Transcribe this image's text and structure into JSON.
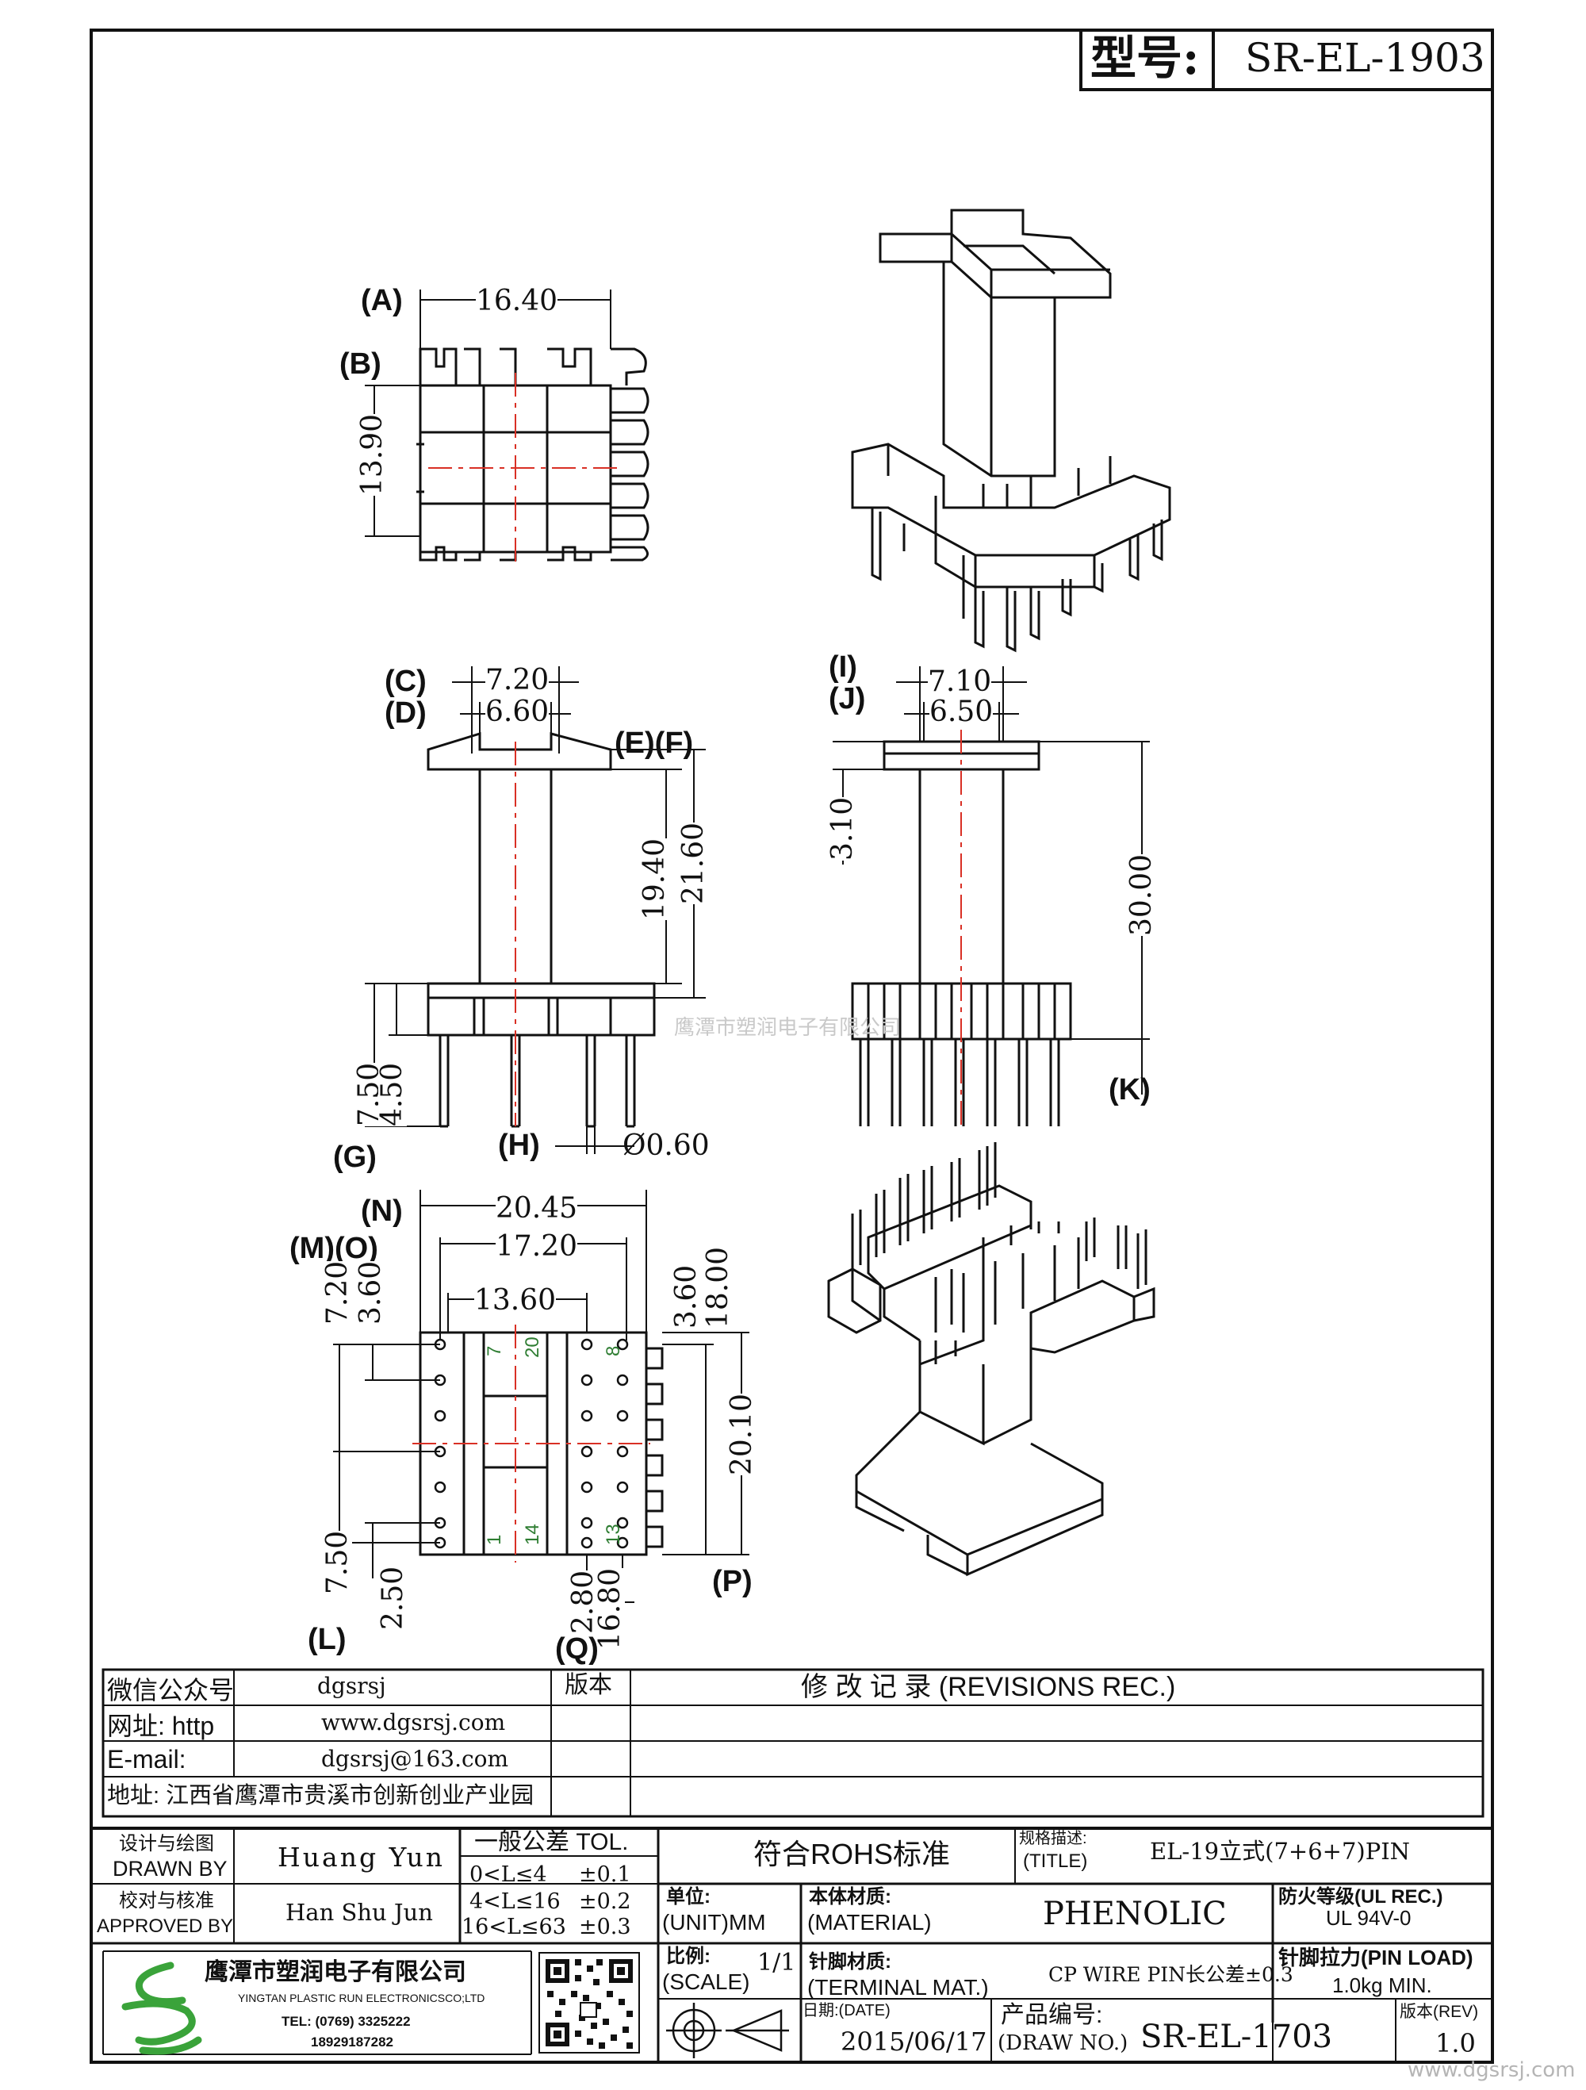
{
  "header": {
    "model_label": "型号:",
    "model_value": "SR-EL-1903"
  },
  "dimensions": {
    "top_view": {
      "A": "A",
      "A_value": "16.40",
      "B": "B",
      "B_value": "13.90"
    },
    "front_view": {
      "C": "C",
      "C_value": "7.20",
      "D": "D",
      "D_value": "6.60",
      "E": "E",
      "F": "F",
      "v19": "19.40",
      "v21": "21.60",
      "G": "G",
      "v750": "7.50",
      "v450": "4.50",
      "H": "H",
      "pin_dia": "Ø0.60"
    },
    "side_view": {
      "I": "I",
      "I_value": "7.10",
      "J": "J",
      "J_value": "6.50",
      "v310": "3.10",
      "v30": "30.00",
      "K": "K"
    },
    "bottom_view": {
      "N": "N",
      "N_value": "20.45",
      "M": "M",
      "O": "O",
      "O_value": "17.20",
      "v1360": "13.60",
      "v720": "7.20",
      "v360a": "3.60",
      "v360b": "3.60",
      "v18": "18.00",
      "v2010": "20.10",
      "v750": "7.50",
      "v250": "2.50",
      "L": "L",
      "v280": "2.80",
      "v1680": "16.80",
      "Q": "Q",
      "P": "P",
      "pin_labels": {
        "p7": "7",
        "p20": "20",
        "p8": "8",
        "p1": "1",
        "p14": "14",
        "p13": "13"
      }
    }
  },
  "watermark": {
    "center": "鹰潭市塑润电子有限公司",
    "corner": "www.dgsrsj.com"
  },
  "info_table": {
    "wechat_label": "微信公众号",
    "wechat_value": "dgsrsj",
    "website_label": "网址: http",
    "website_value": "www.dgsrsj.com",
    "email_label": "E-mail:",
    "email_value": "dgsrsj@163.com",
    "address": "地址: 江西省鹰潭市贵溪市创新创业产业园",
    "version_label": "版本",
    "revisions_label": "修 改 记 录 (REVISIONS REC.)"
  },
  "title_block": {
    "drawn_cn": "设计与绘图",
    "drawn_en": "DRAWN BY",
    "drawn_name": "Huang Yun",
    "approved_cn": "校对与核准",
    "approved_en": "APPROVED BY",
    "approved_name": "Han Shu Jun",
    "tol_header": "一般公差 TOL.",
    "tol_rows": [
      {
        "range": "0<L≤4",
        "value": "±0.1"
      },
      {
        "range": "4<L≤16",
        "value": "±0.2"
      },
      {
        "range": "16<L≤63",
        "value": "±0.3"
      }
    ],
    "rohs": "符合ROHS标准",
    "spec_cn": "规格描述:",
    "spec_en": "(TITLE)",
    "spec_value": "EL-19立式(7+6+7)PIN",
    "unit_cn": "单位:",
    "unit_en": "(UNIT)MM",
    "material_cn": "本体材质:",
    "material_en": "(MATERIAL)",
    "material_value": "PHENOLIC",
    "fire_cn": "防火等级(UL REC.)",
    "fire_value": "UL 94V-0",
    "scale_cn": "比例:",
    "scale_en": "(SCALE)",
    "scale_value": "1/1",
    "terminal_cn": "针脚材质:",
    "terminal_en": "(TERMINAL MAT.)",
    "terminal_value": "CP WIRE PIN长公差±0.3",
    "pinload_cn": "针脚拉力(PIN LOAD)",
    "pinload_value": "1.0kg MIN.",
    "date_cn": "日期:(DATE)",
    "date_value": "2015/06/17",
    "drawno_cn": "产品编号:",
    "drawno_en": "(DRAW NO.)",
    "drawno_value": "SR-EL-1703",
    "rev_cn": "版本(REV)",
    "rev_value": "1.0",
    "company_cn": "鹰潭市塑润电子有限公司",
    "company_en": "YINGTAN PLASTIC RUN ELECTRONICSCO;LTD",
    "tel": "TEL: (0769) 3325222",
    "phone": "18929187282"
  },
  "colors": {
    "line": "#111111",
    "center_line": "#d93025",
    "pin_number": "#2e7d32",
    "logo_green": "#3aa33a"
  }
}
